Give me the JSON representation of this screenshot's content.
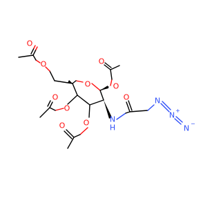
{
  "molecule": {
    "atom_labels": {
      "ring_oxygen": "O",
      "c6_ester_oxygen": "O",
      "c6_carbonyl_oxygen": "O",
      "c1_ester_oxygen": "O",
      "c1_carbonyl_oxygen": "O",
      "c4_ester_oxygen": "O",
      "c4_carbonyl_oxygen": "O",
      "c3_ester_oxygen": "O",
      "c3_carbonyl_oxygen": "O",
      "amide_nitrogen": "N",
      "amide_hydrogen": "H",
      "amide_carbonyl_oxygen": "O",
      "azide_n1": "N",
      "azide_n2": "N",
      "azide_n3": "N",
      "azide_n2_charge": "+",
      "azide_n3_charge": "−"
    },
    "colors": {
      "carbon_bond": "#000000",
      "oxygen": "#ff0d0d",
      "nitrogen": "#3050f8"
    }
  }
}
